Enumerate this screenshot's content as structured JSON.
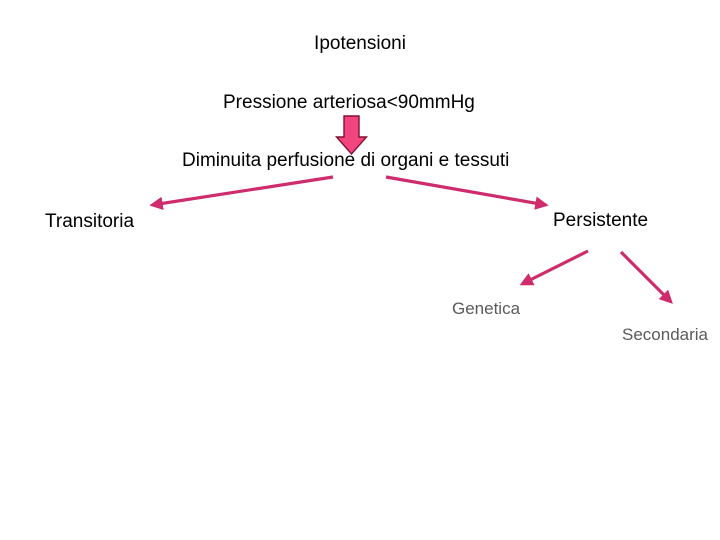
{
  "diagram": {
    "title": "Ipotensioni",
    "nodes": {
      "pressure": "Pressione arteriosa<90mmHg",
      "perfusion": "Diminuita perfusione di organi e tessuti",
      "transitoria": "Transitoria",
      "persistente": "Persistente",
      "genetica": "Genetica",
      "secondaria": "Secondaria"
    },
    "edges": [
      {
        "from": "pressure",
        "to": "perfusion",
        "style": "block-down-arrow"
      },
      {
        "from": "perfusion",
        "to": "transitoria",
        "style": "line-arrow"
      },
      {
        "from": "perfusion",
        "to": "persistente",
        "style": "line-arrow"
      },
      {
        "from": "persistente",
        "to": "genetica",
        "style": "line-arrow"
      },
      {
        "from": "persistente",
        "to": "secondaria",
        "style": "line-arrow"
      }
    ]
  },
  "colors": {
    "background": "#FFFFFF",
    "text_primary": "#000000",
    "text_secondary": "#5A5A5A",
    "arrow_line": "#CE2C6C",
    "block_arrow_fill": "#F24580",
    "block_arrow_outline": "#801030"
  }
}
